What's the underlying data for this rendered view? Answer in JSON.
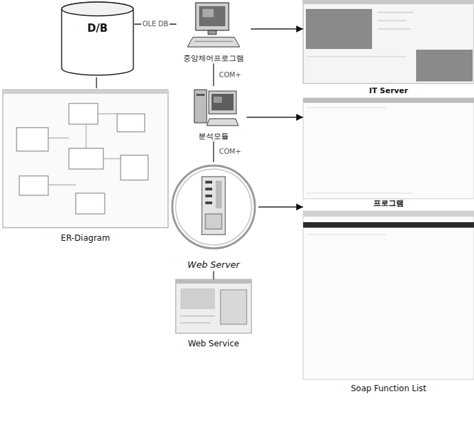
{
  "diagram": {
    "nodes": [
      {
        "text": [
          "D/B"
        ]
      },
      {
        "text": [
          "중앙제어프로그램"
        ]
      },
      {
        "text": [
          "IT Server"
        ]
      },
      {
        "text": [
          "분석모듈"
        ]
      },
      {
        "text": [
          "프로그램"
        ]
      },
      {
        "text": [
          "ER-Diagram"
        ]
      },
      {
        "text": [
          "Web Server"
        ]
      },
      {
        "text": [
          "Soap Function List"
        ]
      },
      {
        "text": [
          "Web Service"
        ]
      }
    ],
    "edges": [
      {
        "from": 0,
        "to": 1,
        "label": "OLE DB",
        "arrow": "none"
      },
      {
        "from": 1,
        "to": 2,
        "arrow": "to"
      },
      {
        "from": 1,
        "to": 3,
        "label": "COM+",
        "arrow": "none"
      },
      {
        "from": 3,
        "to": 4,
        "arrow": "to"
      },
      {
        "from": 0,
        "to": 5,
        "arrow": "none"
      },
      {
        "from": 3,
        "to": 6,
        "label": "COM+",
        "arrow": "none"
      },
      {
        "from": 6,
        "to": 7,
        "arrow": "to"
      },
      {
        "from": 6,
        "to": 8,
        "arrow": "none"
      }
    ]
  }
}
